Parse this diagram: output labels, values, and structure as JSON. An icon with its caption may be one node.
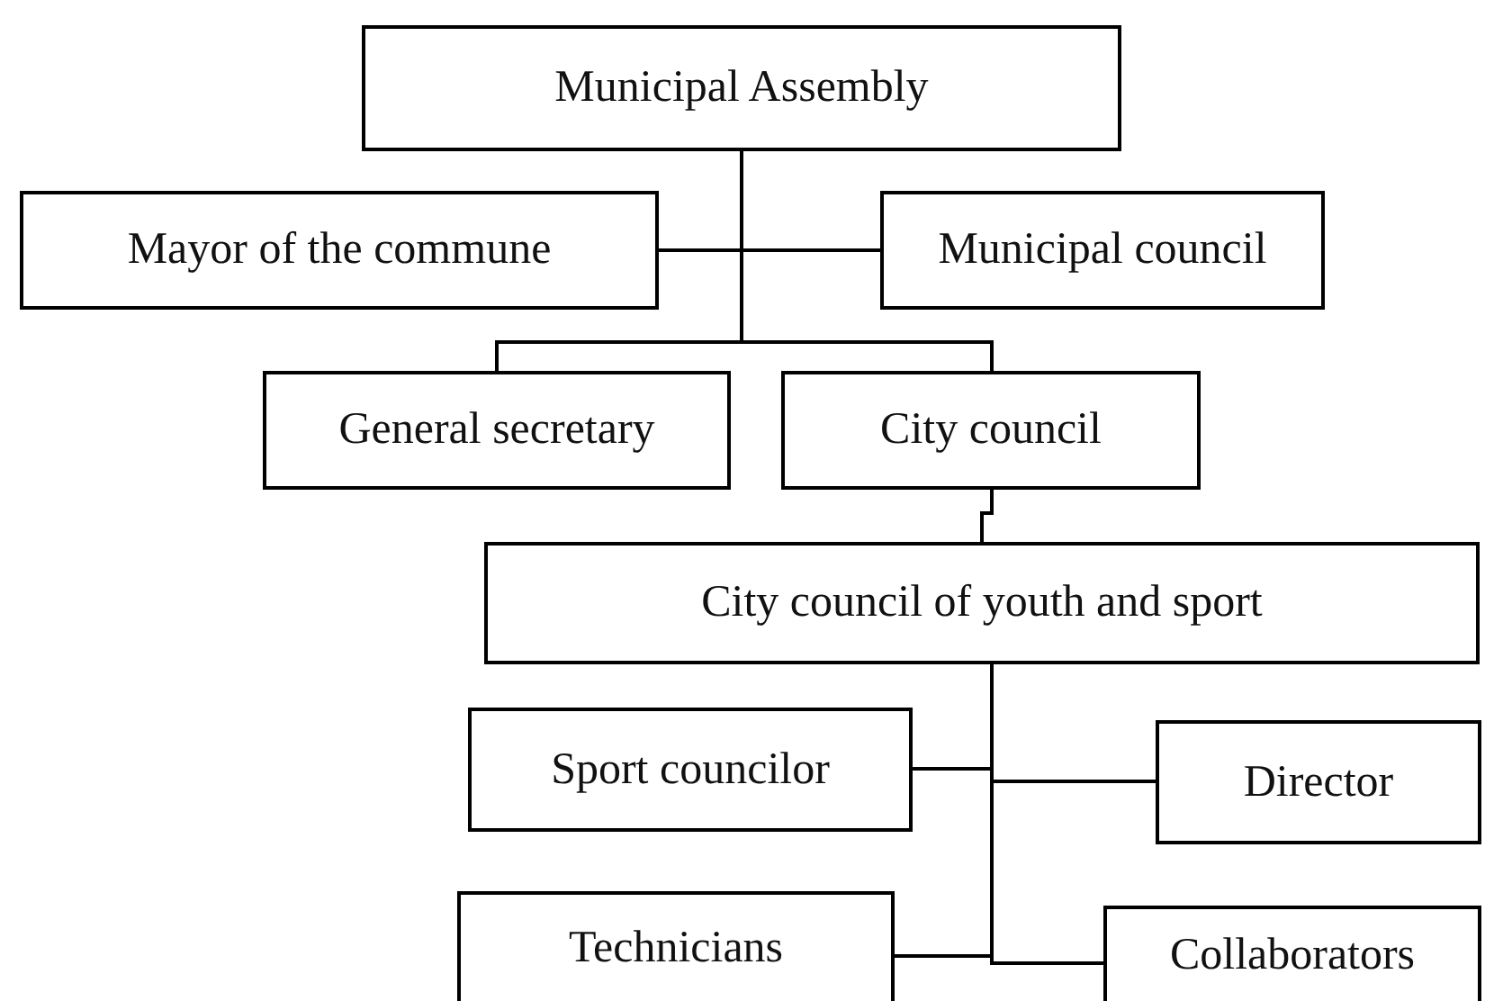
{
  "diagram": {
    "nodes": [
      {
        "text": [
          "Municipal Assembly"
        ]
      },
      {
        "text": [
          "Mayor of the commune"
        ]
      },
      {
        "text": [
          "Municipal council"
        ]
      },
      {
        "text": [
          "General secretary"
        ]
      },
      {
        "text": [
          "City council"
        ]
      },
      {
        "text": [
          "City council of youth and sport"
        ]
      },
      {
        "text": [
          "Sport councilor"
        ]
      },
      {
        "text": [
          "Director"
        ]
      },
      {
        "text": [
          "Technicians"
        ]
      },
      {
        "text": [
          "Collaborators"
        ]
      }
    ],
    "edges": [
      {
        "from": 0,
        "to": 1,
        "arrow": "none"
      },
      {
        "from": 0,
        "to": 2,
        "arrow": "none"
      },
      {
        "from": 0,
        "to": 3,
        "arrow": "none"
      },
      {
        "from": 0,
        "to": 4,
        "arrow": "none"
      },
      {
        "from": 4,
        "to": 5,
        "arrow": "none"
      },
      {
        "from": 5,
        "to": 6,
        "arrow": "none"
      },
      {
        "from": 5,
        "to": 7,
        "arrow": "none"
      },
      {
        "from": 5,
        "to": 8,
        "arrow": "none"
      },
      {
        "from": 5,
        "to": 9,
        "arrow": "none"
      }
    ]
  }
}
